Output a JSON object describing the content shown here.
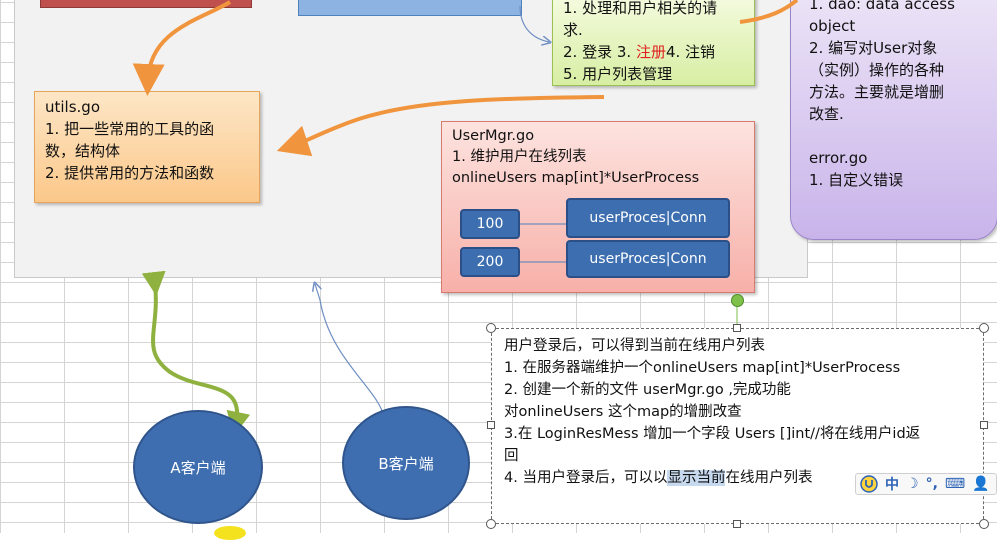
{
  "utils": {
    "title": "utils.go",
    "line1": "1. 把一些常用的工具的函",
    "line2": "数，结构体",
    "line3": "2. 提供常用的方法和函数"
  },
  "usermgr": {
    "title": "UserMgr.go",
    "line1": "1. 维护用户在线列表",
    "line2": "onlineUsers map[int]*UserProcess",
    "keys": [
      "100",
      "200"
    ],
    "values": [
      "userProces|Conn",
      "userProces|Conn"
    ]
  },
  "process": {
    "line0": "1. 处理和用户相关的请",
    "line1": "求.",
    "line2_a": "2. 登录 3. ",
    "line2_b": "注册",
    "line2_c": "4.  注销",
    "line3": "5. 用户列表管理"
  },
  "dao": {
    "line0": "1. dao: data access",
    "line1": "object",
    "line2": "2. 编写对User对象",
    "line3": "（实例）操作的各种",
    "line4": "方法。主要就是增删",
    "line5": "改查.",
    "line6": "error.go",
    "line7": "1. 自定义错误"
  },
  "clients": {
    "a": "A客户端",
    "b": "B客户端"
  },
  "note": {
    "line1": "用户登录后，可以得到当前在线用户列表",
    "line2": "1. 在服务器端维护一个onlineUsers map[int]*UserProcess",
    "line3": "2. 创建一个新的文件 userMgr.go ,完成功能",
    "line4": "对onlineUsers 这个map的增删改查",
    "line5": "3.在 LoginResMess 增加一个字段 Users []int//将在线用户id返",
    "line6": "回",
    "line7_a": "4. 当用户登录后，可以以",
    "line7_b": "显示当前",
    "line7_c": "在线用户列表"
  },
  "ime": {
    "chinese": "中",
    "moon": "☽",
    "punct": "°,",
    "keyboard": "⌨",
    "person": "👤"
  },
  "colors": {
    "arrow_orange": "#f0953e",
    "arrow_green": "#8fb13f",
    "arrow_blue": "#6f8fc4"
  }
}
